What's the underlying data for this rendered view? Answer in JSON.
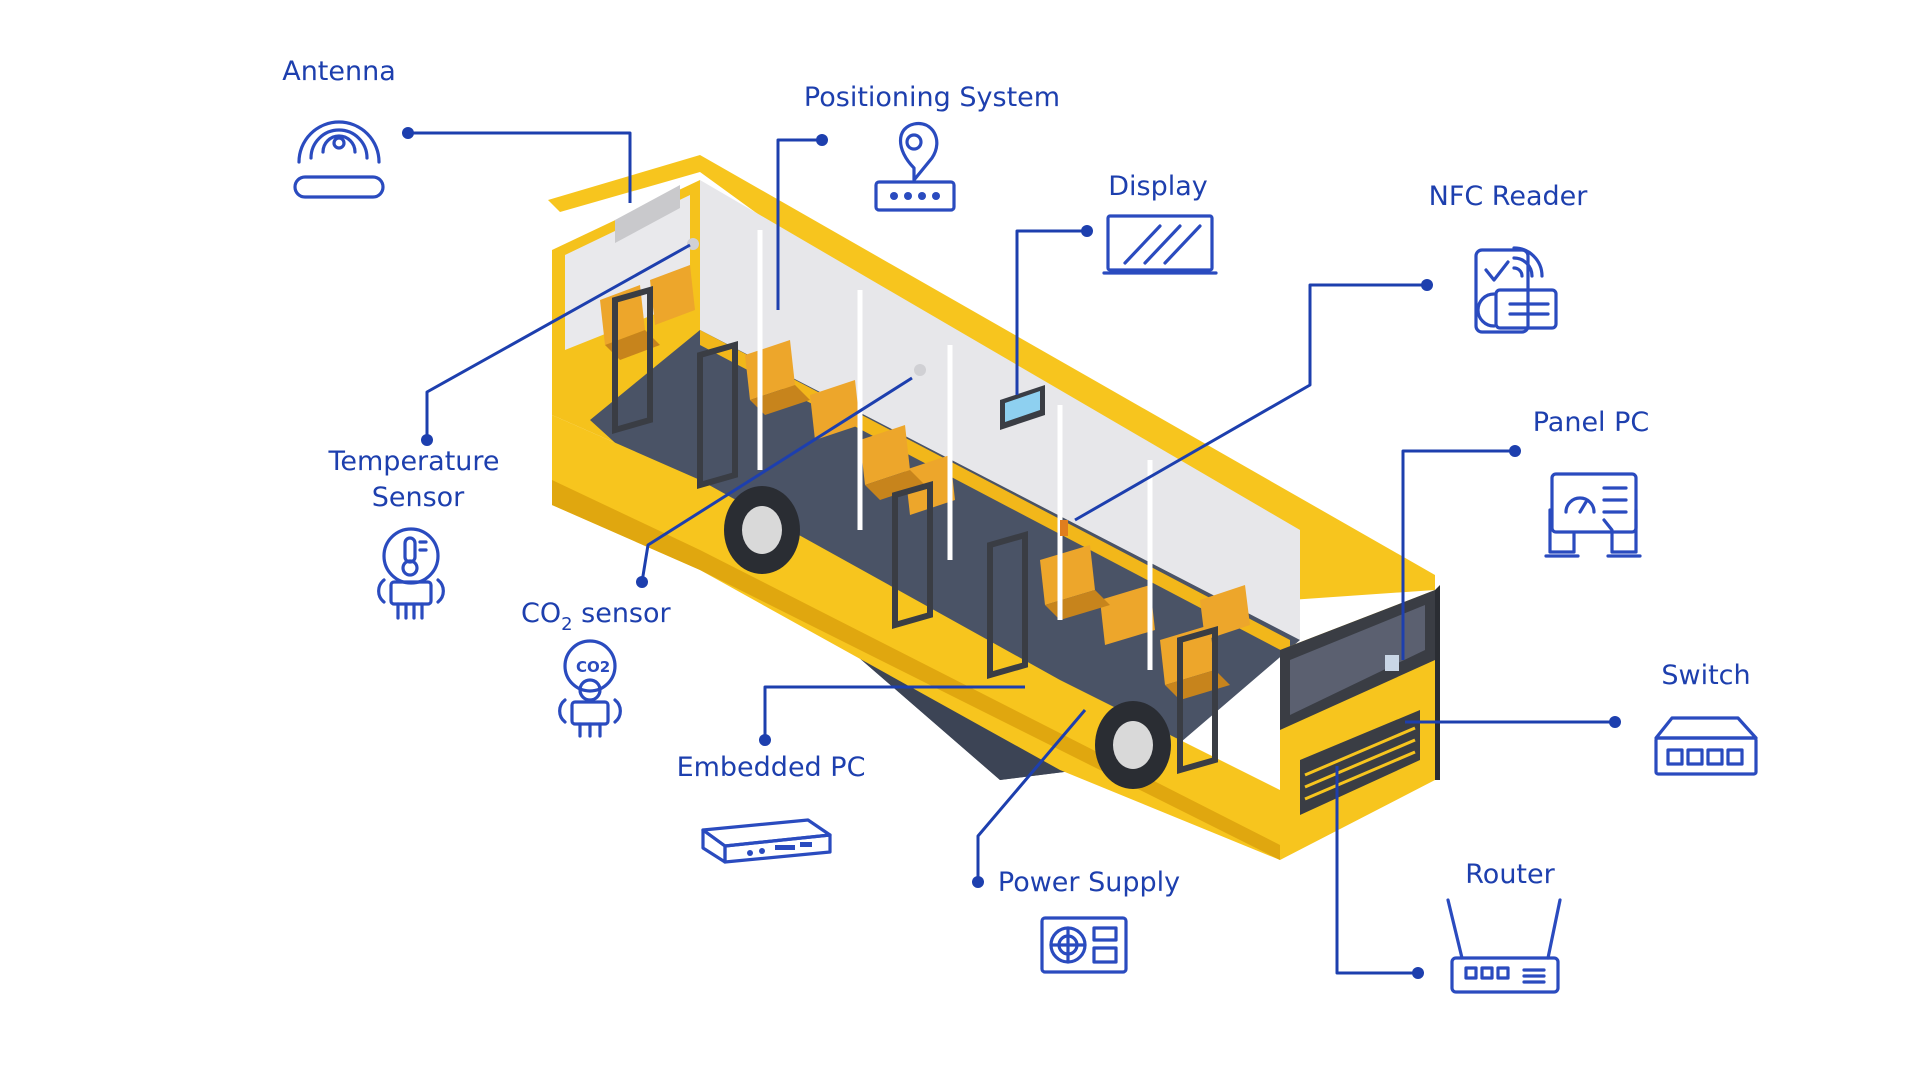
{
  "diagram": {
    "labels": {
      "antenna": "Antenna",
      "positioning": "Positioning System",
      "display": "Display",
      "nfc": "NFC Reader",
      "panel_pc": "Panel PC",
      "temperature_line1": "Temperature",
      "temperature_line2": "Sensor",
      "co2_prefix": "CO",
      "co2_sub": "2",
      "co2_suffix": " sensor",
      "embedded_pc": "Embedded PC",
      "power_supply": "Power Supply",
      "switch": "Switch",
      "router": "Router"
    },
    "icons": {
      "antenna": "antenna-icon",
      "positioning": "location-pin-icon",
      "display": "display-icon",
      "nfc": "nfc-reader-icon",
      "panel_pc": "panel-pc-icon",
      "temperature": "thermometer-sensor-icon",
      "co2": "co2-sensor-icon",
      "embedded_pc": "embedded-pc-icon",
      "power_supply": "power-supply-icon",
      "switch": "network-switch-icon",
      "router": "router-icon"
    },
    "colors": {
      "accent": "#1d3fae",
      "bus_body": "#f7c51e",
      "bus_body_dark": "#e0a70f",
      "seat": "#eda62b",
      "floor": "#4a5366",
      "interior_wall": "#e9e9ec",
      "bus_front": "#3a3d44"
    }
  }
}
